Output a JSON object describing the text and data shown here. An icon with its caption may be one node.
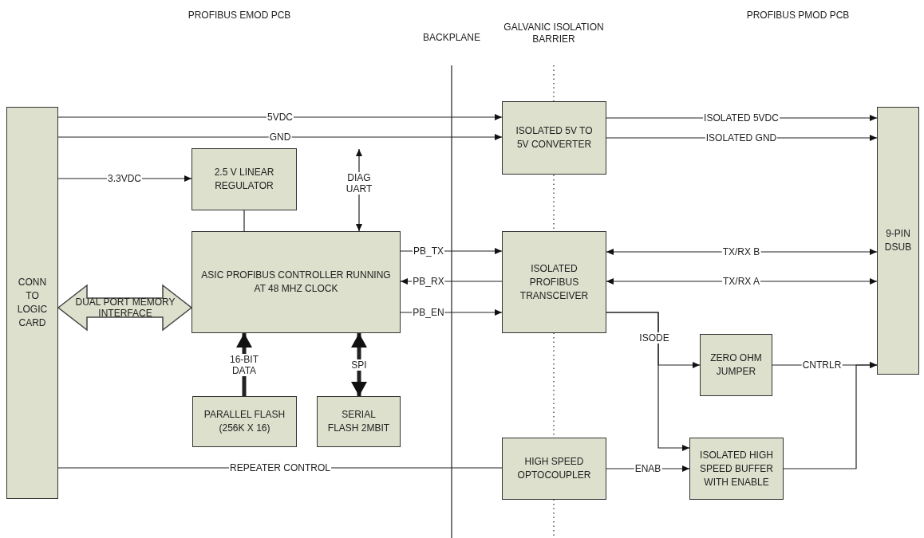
{
  "diagram": {
    "nodes": [
      {
        "text": [
          "CONN TO LOGIC CARD"
        ]
      },
      {
        "text": [
          "2.5 V LINEAR REGULATOR"
        ]
      },
      {
        "text": [
          "ASIC PROFIBUS CONTROLLER RUNNING AT 48 MHZ CLOCK"
        ]
      },
      {
        "text": [
          "PARALLEL FLASH (256K X 16)"
        ]
      },
      {
        "text": [
          "SERIAL FLASH 2MBIT"
        ]
      },
      {
        "text": [
          "ISOLATED 5V TO 5V CONVERTER"
        ]
      },
      {
        "text": [
          "ISOLATED PROFIBUS TRANSCEIVER"
        ]
      },
      {
        "text": [
          "ZERO OHM JUMPER"
        ]
      },
      {
        "text": [
          "HIGH SPEED OPTOCOUPLER"
        ]
      },
      {
        "text": [
          "ISOLATED HIGH SPEED BUFFER WITH ENABLE"
        ]
      },
      {
        "text": [
          "9-PIN DSUB"
        ]
      }
    ],
    "edges": [
      {
        "from": 0,
        "to": 5,
        "arrow": "to",
        "label": "5VDC"
      },
      {
        "from": 0,
        "to": 5,
        "arrow": "to",
        "label": "GND"
      },
      {
        "from": 0,
        "to": 1,
        "arrow": "to",
        "label": "3.3VDC"
      },
      {
        "from": 1,
        "to": 2,
        "arrow": "none"
      },
      {
        "from": 2,
        "to": null,
        "arrow": "both",
        "label": "DIAG UART"
      },
      {
        "from": 0,
        "to": 2,
        "arrow": "both",
        "label": "DUAL PORT MEMORY INTERFACE",
        "style": "thick"
      },
      {
        "from": 3,
        "to": 2,
        "arrow": "to",
        "label": "16-BIT DATA",
        "style": "thick"
      },
      {
        "from": 4,
        "to": 2,
        "arrow": "both",
        "label": "SPI",
        "style": "thick"
      },
      {
        "from": 2,
        "to": 6,
        "arrow": "to",
        "label": "PB_TX"
      },
      {
        "from": 6,
        "to": 2,
        "arrow": "to",
        "label": "PB_RX"
      },
      {
        "from": 2,
        "to": 6,
        "arrow": "to",
        "label": "PB_EN"
      },
      {
        "from": 5,
        "to": 10,
        "arrow": "to",
        "label": "ISOLATED 5VDC"
      },
      {
        "from": 5,
        "to": 10,
        "arrow": "to",
        "label": "ISOLATED GND"
      },
      {
        "from": 6,
        "to": 10,
        "arrow": "both",
        "label": "TX/RX B"
      },
      {
        "from": 6,
        "to": 10,
        "arrow": "both",
        "label": "TX/RX A"
      },
      {
        "from": 6,
        "to": 7,
        "arrow": "to",
        "label": "ISODE"
      },
      {
        "from": 6,
        "to": 9,
        "arrow": "to"
      },
      {
        "from": 7,
        "to": 10,
        "arrow": "to",
        "label": "CNTRLR"
      },
      {
        "from": 9,
        "to": 10,
        "arrow": "to"
      },
      {
        "from": 0,
        "to": 8,
        "arrow": "none",
        "label": "REPEATER CONTROL"
      },
      {
        "from": 8,
        "to": 9,
        "arrow": "to",
        "label": "ENAB"
      }
    ],
    "labels": [
      "PROFIBUS EMOD PCB",
      "BACKPLANE",
      "GALVANIC ISOLATION BARRIER",
      "PROFIBUS PMOD PCB"
    ]
  }
}
